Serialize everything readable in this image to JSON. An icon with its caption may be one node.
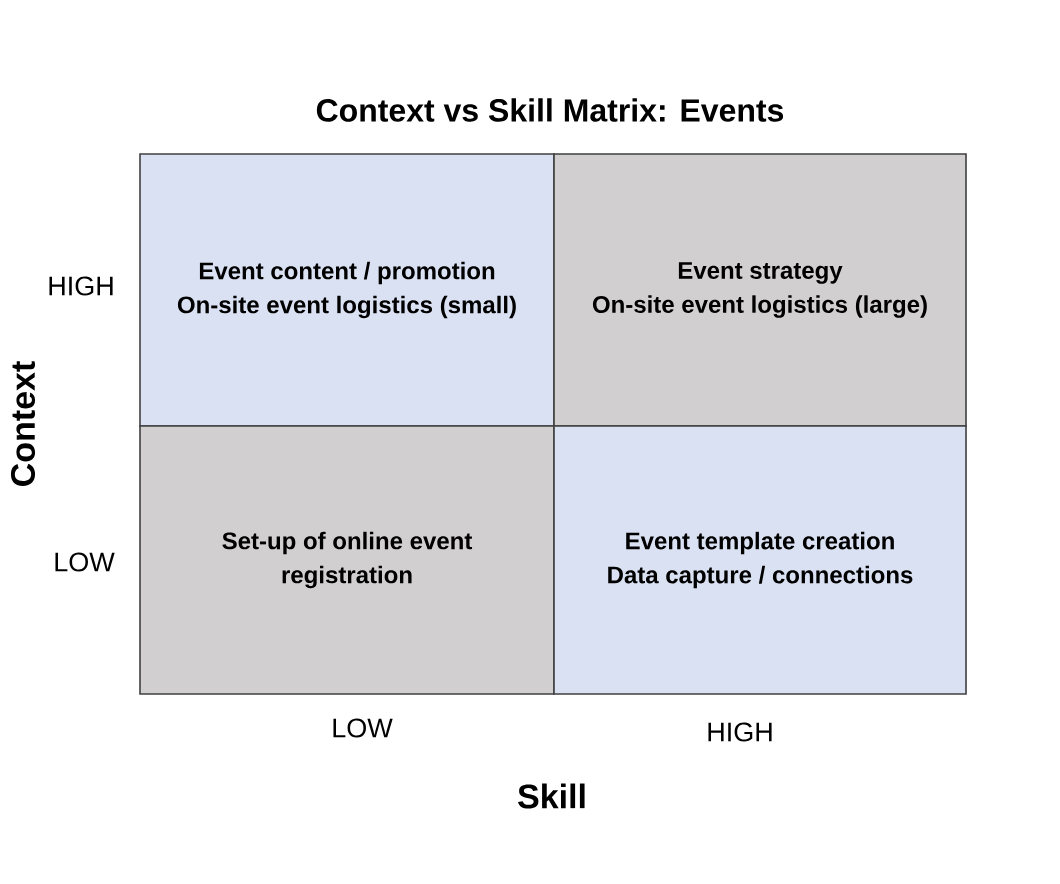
{
  "diagram": {
    "title": "Context vs Skill Matrix: Events",
    "nodes": [
      {
        "text": [
          "Event content / promotion",
          "On-site event logistics (small)"
        ]
      },
      {
        "text": [
          "Event strategy",
          "On-site event logistics (large)"
        ]
      },
      {
        "text": [
          "Set-up of online event registration"
        ]
      },
      {
        "text": [
          "Event template creation",
          "Data capture / connections"
        ]
      }
    ],
    "labels": [
      "HIGH",
      "Context",
      "LOW",
      "LOW",
      "HIGH",
      "Skill"
    ]
  }
}
